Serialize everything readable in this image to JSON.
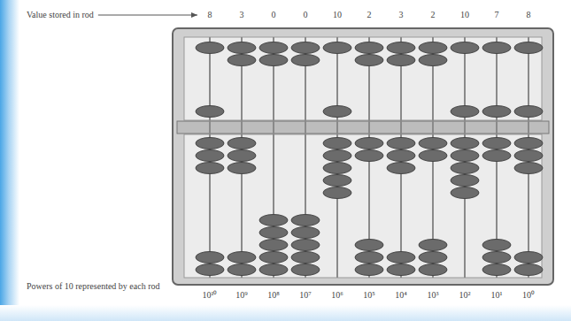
{
  "diagram": {
    "labels": [
      "Value stored in rod",
      "8",
      "3",
      "0",
      "0",
      "10",
      "2",
      "3",
      "2",
      "10",
      "7",
      "8",
      "Powers of 10 represented by each rod",
      "10¹⁰",
      "10⁹",
      "10⁸",
      "10⁷",
      "10⁶",
      "10⁵",
      "10⁴",
      "10³",
      "10²",
      "10¹",
      "10⁰"
    ]
  }
}
